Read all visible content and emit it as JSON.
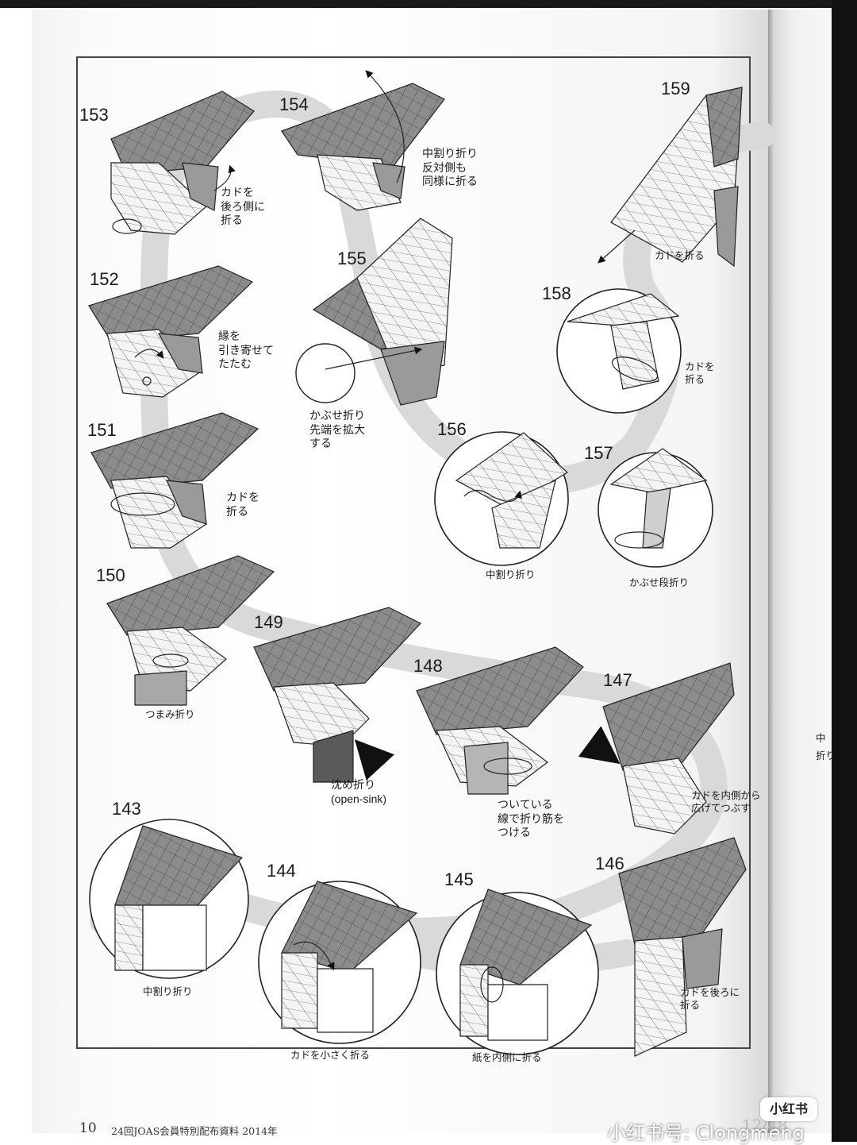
{
  "steps": [
    {
      "num": "153",
      "note": "カドを\n後ろ側に\n折る"
    },
    {
      "num": "154",
      "note": "中割り折り\n反対側も\n同様に折る"
    },
    {
      "num": "152",
      "note": "縁を\n引き寄せて\nたたむ"
    },
    {
      "num": "155",
      "note": "かぶせ折り\n先端を拡大\nする"
    },
    {
      "num": "151",
      "note": "カドを\n折る"
    },
    {
      "num": "159",
      "note": "カドを折る"
    },
    {
      "num": "158",
      "note": "カドを\n折る"
    },
    {
      "num": "156",
      "note": "中割り折り"
    },
    {
      "num": "157",
      "note": "かぶせ段折り"
    },
    {
      "num": "150",
      "note": "つまみ折り"
    },
    {
      "num": "149",
      "note": "沈め折り\n(open-sink)"
    },
    {
      "num": "148",
      "note": "ついている\n線で折り筋を\nつける"
    },
    {
      "num": "147",
      "note": "カドを内側から\n広げてつぶす"
    },
    {
      "num": "143",
      "note": "中割り折り"
    },
    {
      "num": "144",
      "note": "カドを小さく折る"
    },
    {
      "num": "145",
      "note": "紙を内側に折る"
    },
    {
      "num": "146",
      "note": "カドを後ろに\n折る"
    }
  ],
  "footer": {
    "page_number": "10",
    "text": "24回JOAS会員特別配布資料 2014年",
    "next_page": "12/48"
  },
  "next_page_labels": [
    "中",
    "折り"
  ],
  "watermark": {
    "logo": "小红书",
    "text": "小红书号: Clongmeng"
  },
  "colors": {
    "paper_gray": "#8a8a8a",
    "paper_white": "#f2f2f2",
    "guide_band": "#d6d6d6",
    "line": "#222222"
  }
}
